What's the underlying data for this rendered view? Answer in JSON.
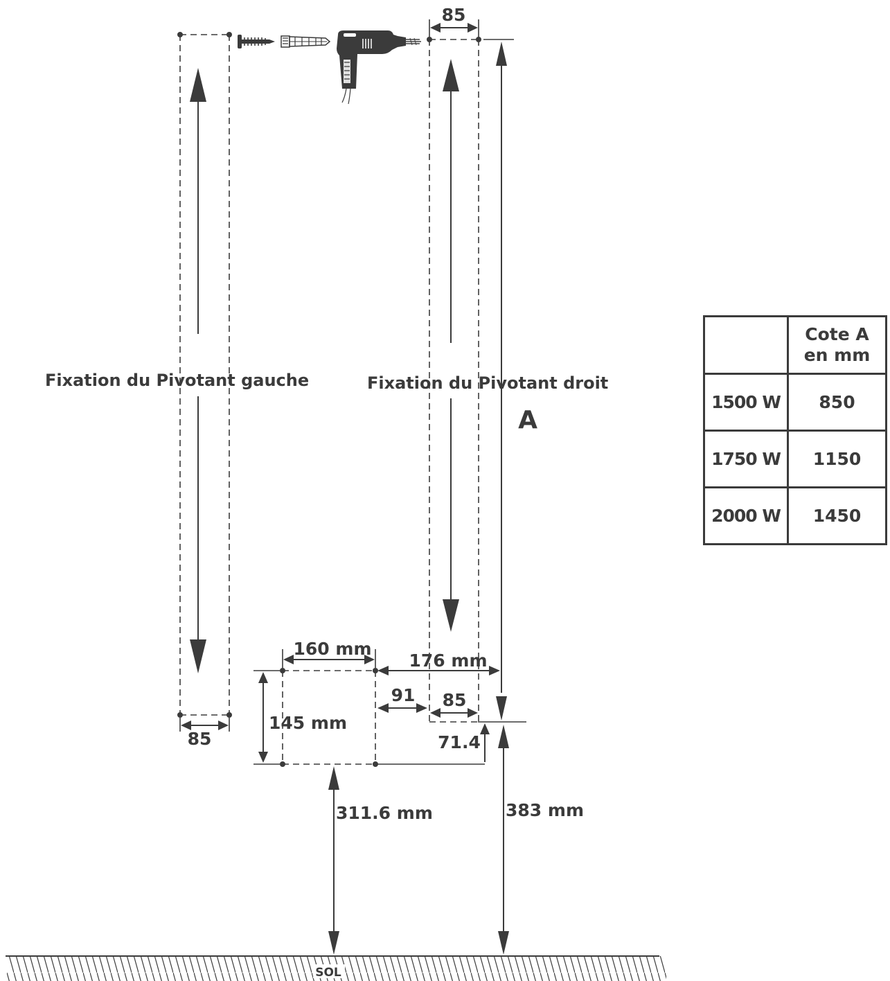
{
  "labels": {
    "left_fixation": "Fixation du Pivotant gauche",
    "right_fixation": "Fixation du Pivotant droit",
    "cote": "A",
    "sol": "SOL"
  },
  "dimensions": {
    "top_spacing": "85",
    "bottom_left_spacing": "85",
    "box_width": "160 mm",
    "box_height": "145 mm",
    "box_to_right": "176 mm",
    "gap": "91",
    "inner_spacing": "85",
    "offset": "71.4",
    "box_to_floor": "311.6 mm",
    "right_to_floor": "383 mm"
  },
  "table": {
    "header": [
      "",
      "Cote A",
      "en mm"
    ],
    "rows": [
      {
        "power": "1500 W",
        "value": "850"
      },
      {
        "power": "1750 W",
        "value": "1150"
      },
      {
        "power": "2000 W",
        "value": "1450"
      }
    ]
  },
  "colors": {
    "ink": "#3b3b3b",
    "background": "#ffffff"
  },
  "icons": [
    "screw-icon",
    "wall-plug-icon",
    "drill-icon"
  ]
}
